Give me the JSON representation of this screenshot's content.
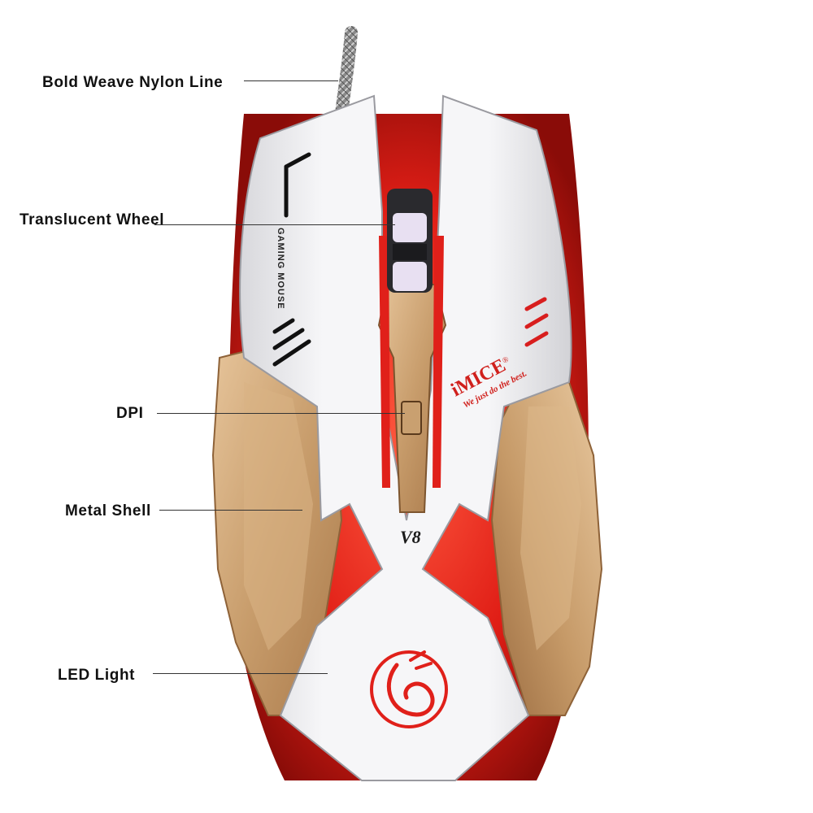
{
  "callouts": [
    {
      "id": "cable",
      "label": "Bold Weave Nylon Line"
    },
    {
      "id": "wheel",
      "label": "Translucent Wheel"
    },
    {
      "id": "dpi",
      "label": "DPI"
    },
    {
      "id": "shell",
      "label": "Metal Shell"
    },
    {
      "id": "led",
      "label": "LED Light"
    }
  ],
  "product": {
    "brand": "iMICE",
    "registered_mark": "®",
    "slogan": "We just do the best.",
    "model": "V8",
    "side_text": "GAMING MOUSE",
    "logo_icon": "dragon-emblem-icon"
  },
  "colors": {
    "shell_white": "#f1f1f3",
    "metal_gold": "#c9a070",
    "led_red": "#e0201a",
    "cable_gray": "#777777"
  }
}
